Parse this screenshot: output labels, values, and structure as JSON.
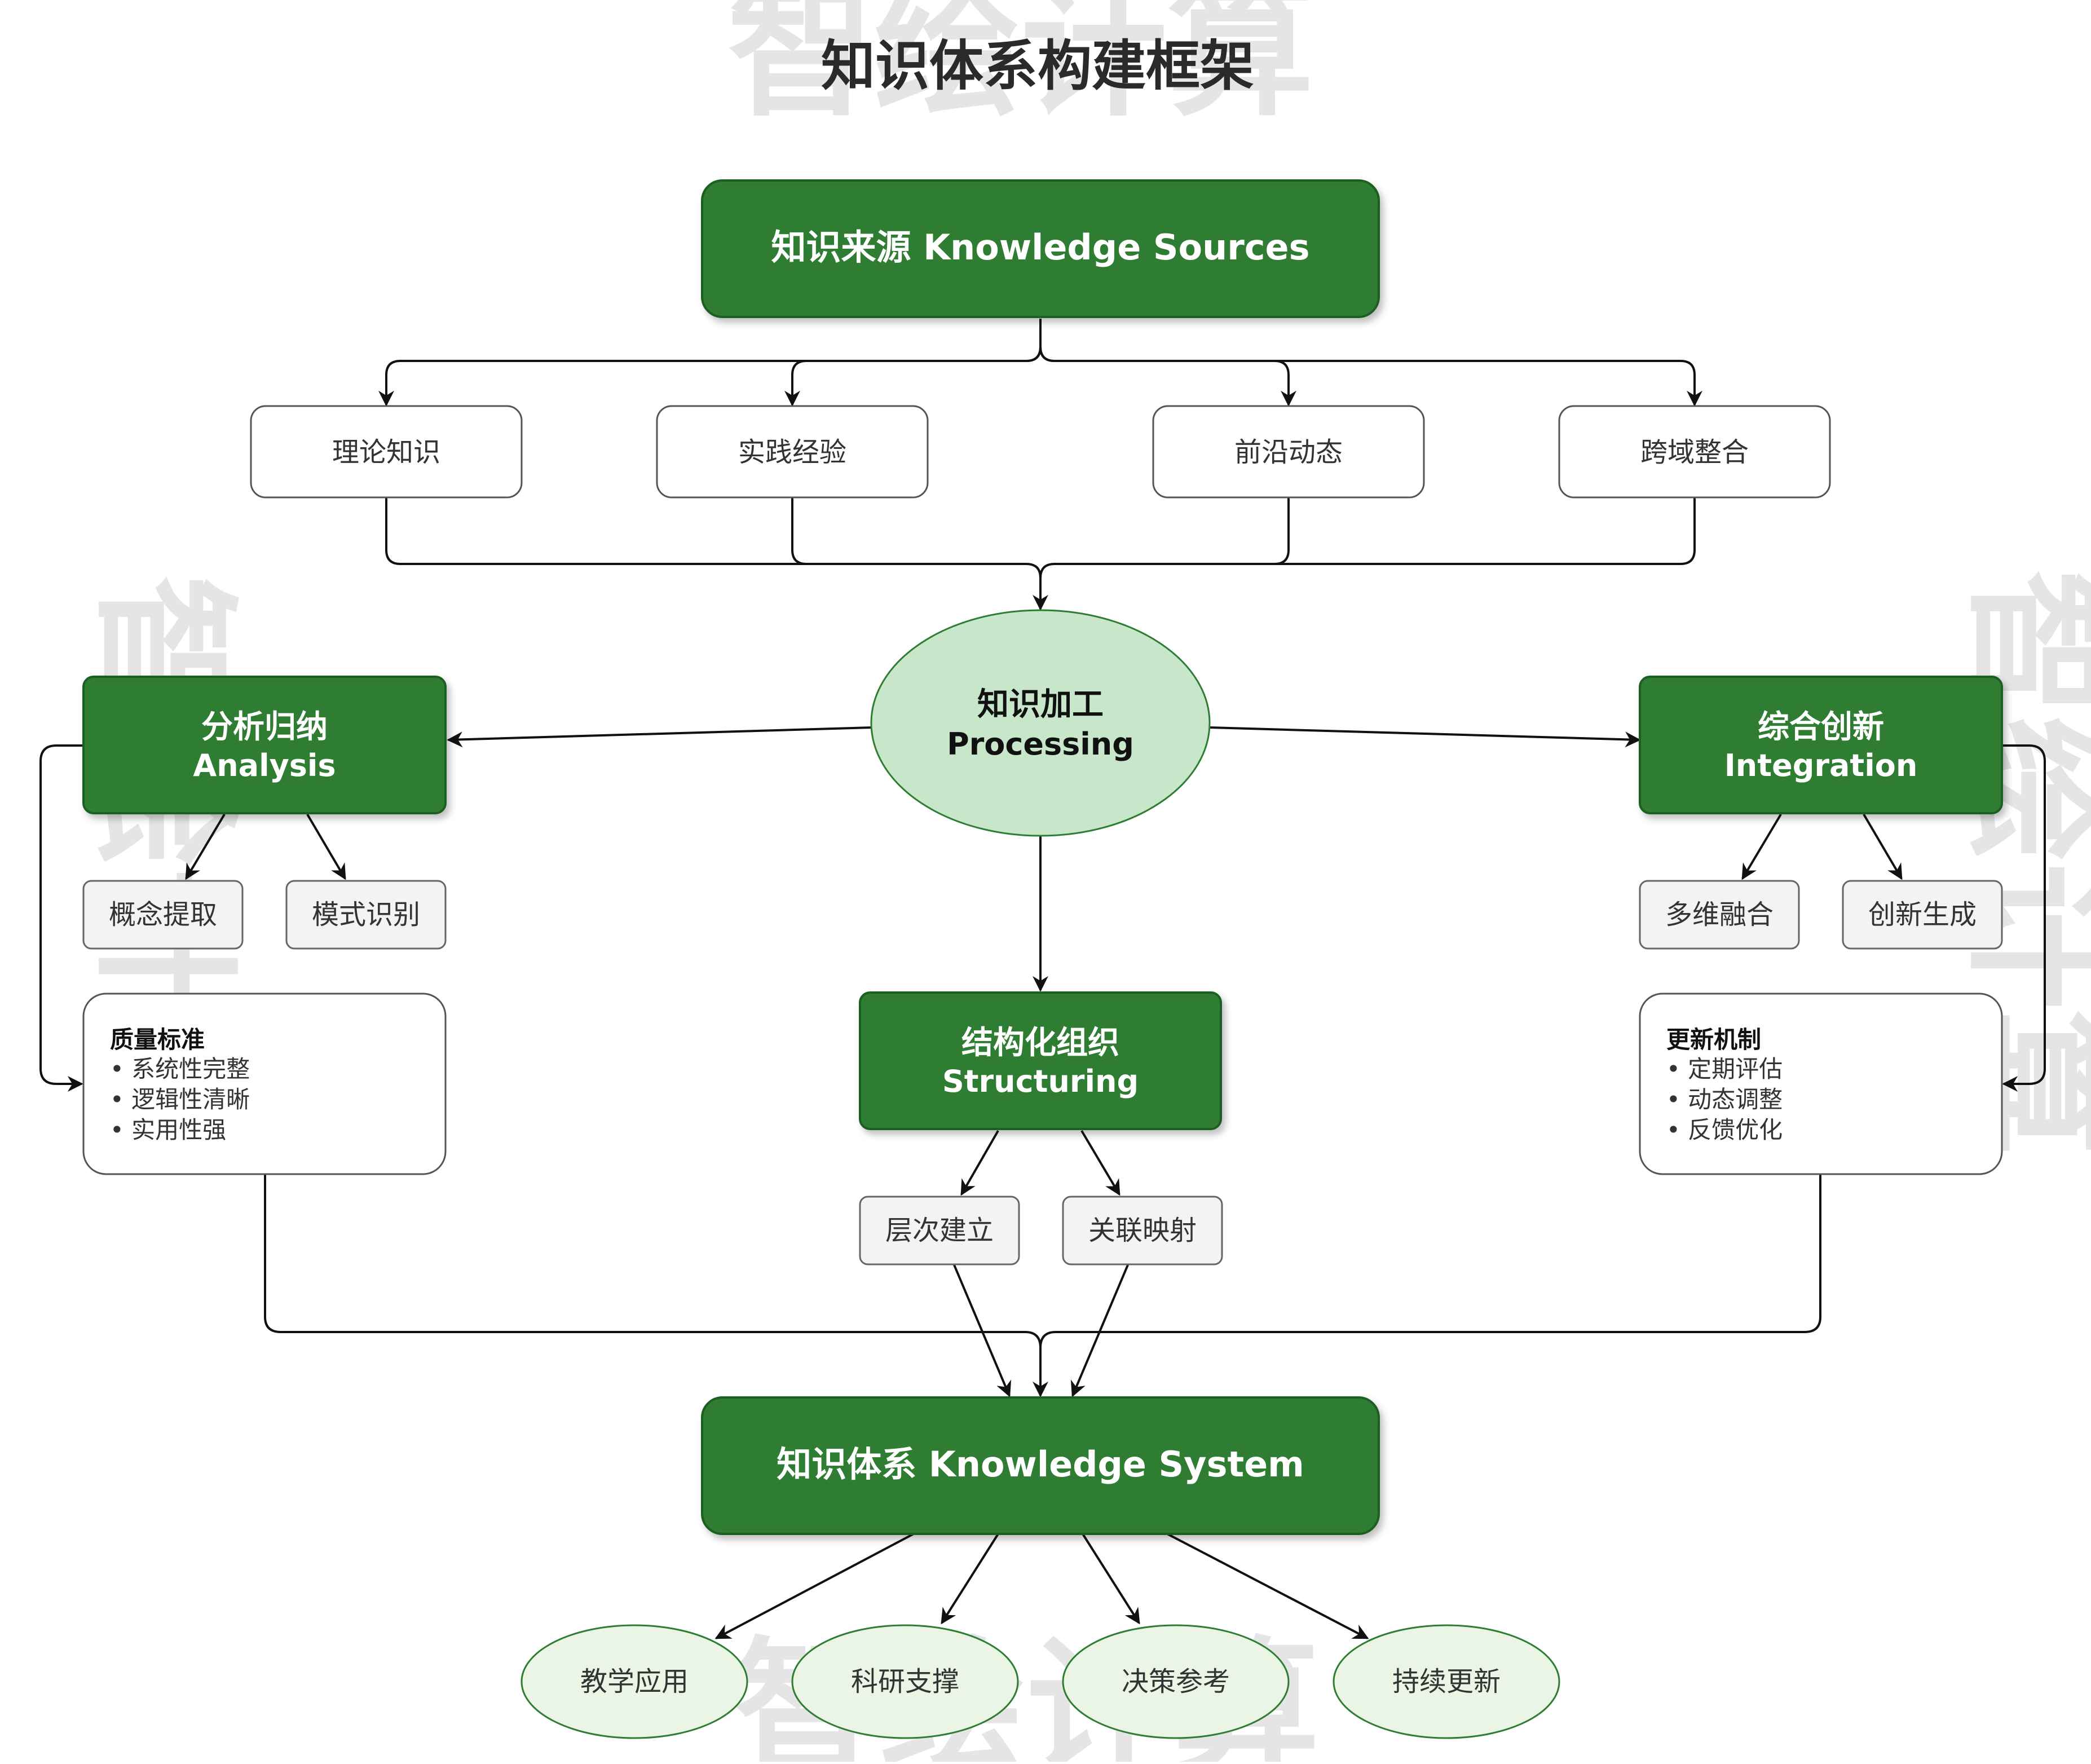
{
  "title": "知识体系构建框架",
  "watermark": {
    "top": "智绘计算",
    "bottom": "智绘计算",
    "left": "智绘计算",
    "right": "智绘计算"
  },
  "colors": {
    "dark_green": "#2e7d32",
    "light_green": "#c8e6c9",
    "pale_green": "#eaf5e6"
  },
  "sources": {
    "title": "知识来源 Knowledge Sources",
    "items": [
      "理论知识",
      "实践经验",
      "前沿动态",
      "跨域整合"
    ]
  },
  "processing": {
    "line1": "知识加工",
    "line2": "Processing"
  },
  "analysis": {
    "line1": "分析归纳",
    "line2": "Analysis",
    "items": [
      "概念提取",
      "模式识别"
    ],
    "quality": {
      "title": "质量标准",
      "items": [
        "• 系统性完整",
        "• 逻辑性清晰",
        "• 实用性强"
      ]
    }
  },
  "integration": {
    "line1": "综合创新",
    "line2": "Integration",
    "items": [
      "多维融合",
      "创新生成"
    ],
    "update": {
      "title": "更新机制",
      "items": [
        "• 定期评估",
        "• 动态调整",
        "• 反馈优化"
      ]
    }
  },
  "structuring": {
    "line1": "结构化组织",
    "line2": "Structuring",
    "items": [
      "层次建立",
      "关联映射"
    ]
  },
  "system": {
    "title": "知识体系 Knowledge System",
    "outputs": [
      "教学应用",
      "科研支撑",
      "决策参考",
      "持续更新"
    ]
  }
}
